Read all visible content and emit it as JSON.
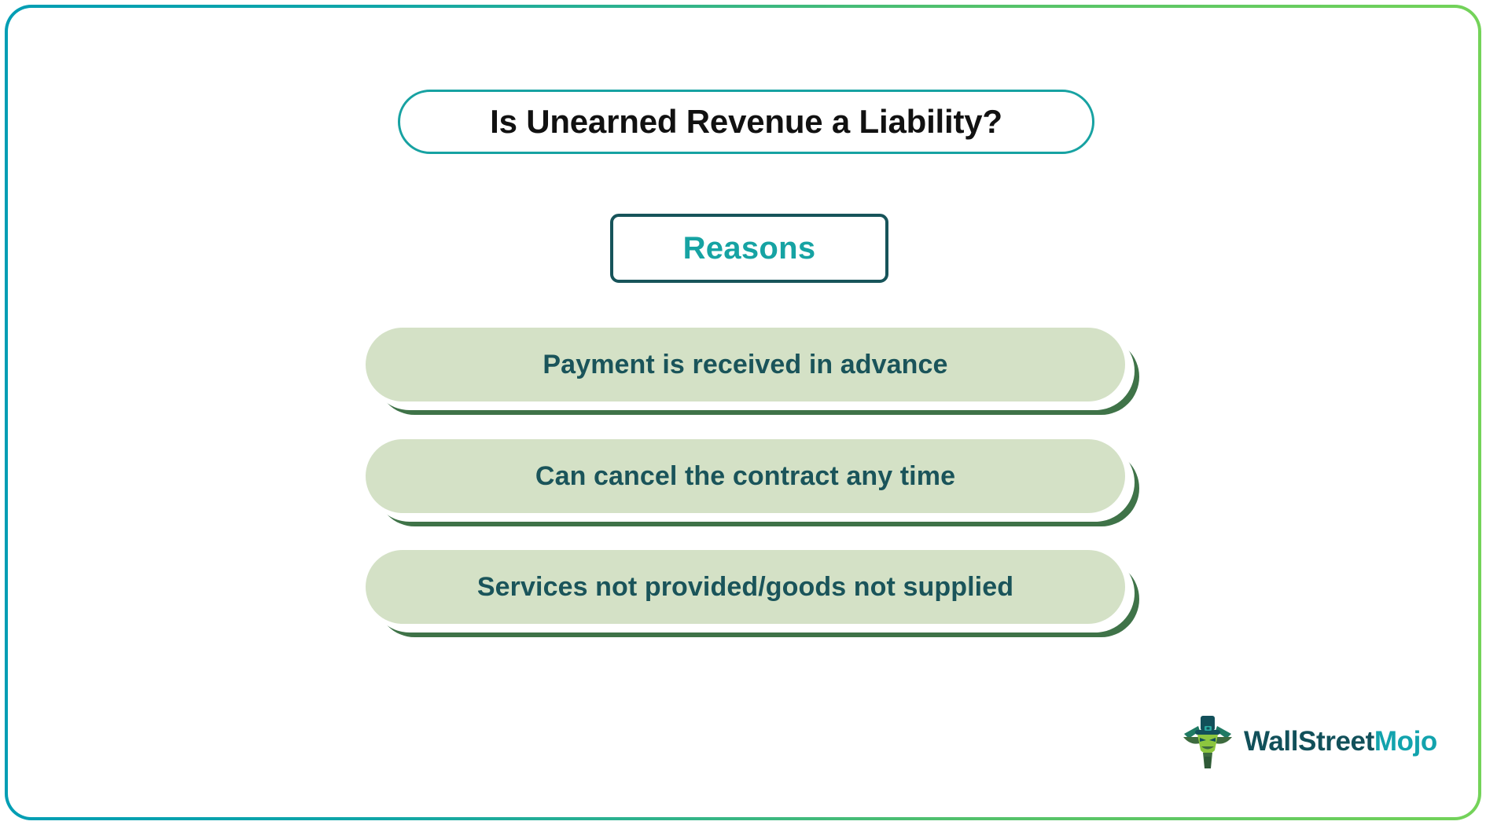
{
  "card": {
    "border_gradient_from": "#009eb4",
    "border_gradient_to": "#74d359",
    "background": "#ffffff"
  },
  "title": {
    "text": "Is Unearned Revenue a Liability?",
    "text_color": "#111111",
    "border_color": "#17a2a2"
  },
  "reasons_header": {
    "label": "Reasons",
    "text_color": "#16a3a3",
    "border_color": "#17545a"
  },
  "reasons": {
    "pill_fill": "#d4e1c6",
    "pill_shadow": "#3f7348",
    "text_color": "#1a545a",
    "items": [
      {
        "label": "Payment is received in advance"
      },
      {
        "label": "Can cancel the contract any time"
      },
      {
        "label": "Services not provided/goods not supplied"
      }
    ]
  },
  "logo": {
    "word_primary": "WallStreet",
    "word_accent": "Mojo",
    "primary_color": "#11505a",
    "accent_color": "#12a3ad",
    "mark_name": "wallstreetmojo-mascot-icon"
  }
}
